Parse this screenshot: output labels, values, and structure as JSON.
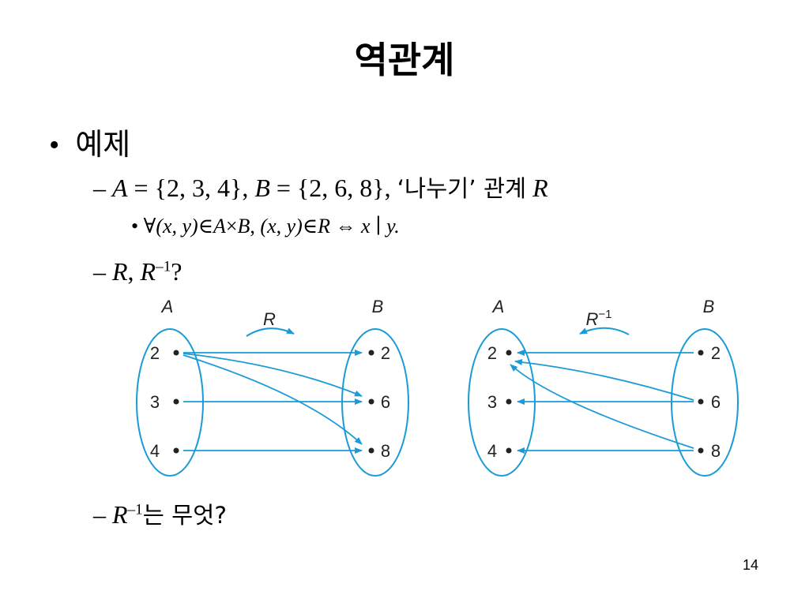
{
  "title": "역관계",
  "bullet1": {
    "label": "예제"
  },
  "line_sets": {
    "A_name": "A",
    "A_set": "{2, 3, 4}",
    "B_name": "B",
    "B_set": "{2, 6, 8}",
    "quote": "‘나누기’ 관계",
    "R": "R"
  },
  "line_def": {
    "forall": "∀",
    "pair": "(x, y)",
    "elem": "∈",
    "A": "A",
    "times": "×",
    "B": "B",
    "iff": "⇔",
    "x": "x",
    "divides": "∣",
    "y": "y."
  },
  "line_question1": {
    "R": "R",
    "Rinv": "R",
    "exp": "–1",
    "q": "?"
  },
  "line_question2": {
    "Rinv": "R",
    "exp": "–1",
    "text": "는 무엇?"
  },
  "diagram_left": {
    "set_A_label": "A",
    "set_B_label": "B",
    "relation_label": "R",
    "A_elements": [
      "2",
      "3",
      "4"
    ],
    "B_elements": [
      "2",
      "6",
      "8"
    ]
  },
  "diagram_right": {
    "set_A_label": "A",
    "set_B_label": "B",
    "relation_label": "R",
    "relation_exp": "−1",
    "A_elements": [
      "2",
      "3",
      "4"
    ],
    "B_elements": [
      "2",
      "6",
      "8"
    ]
  },
  "colors": {
    "diagram_blue": "#1a9bd7"
  },
  "page_number": "14"
}
